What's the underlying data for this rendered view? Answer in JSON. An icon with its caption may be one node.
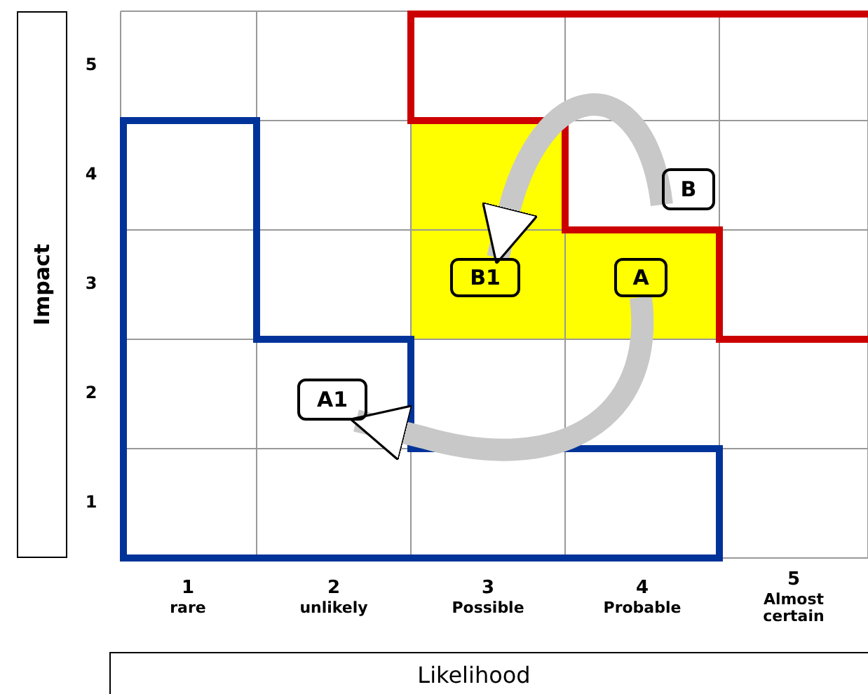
{
  "diagram": {
    "nodes": [
      {
        "text": [
          "Impact"
        ]
      },
      {
        "text": [
          "B"
        ]
      },
      {
        "text": [
          "B1"
        ]
      },
      {
        "text": [
          "A"
        ]
      },
      {
        "text": [
          "A1"
        ]
      },
      {
        "text": [
          "Likelihood"
        ]
      }
    ],
    "edges": [
      {
        "from": 1,
        "to": 2,
        "arrow": "to"
      },
      {
        "from": 3,
        "to": 4,
        "arrow": "to"
      }
    ],
    "labels": [
      "5",
      "4",
      "3",
      "2",
      "1",
      "1",
      "rare",
      "2",
      "unlikely",
      "3",
      "Possible",
      "4",
      "Probable",
      "5",
      "Almost certain"
    ]
  }
}
